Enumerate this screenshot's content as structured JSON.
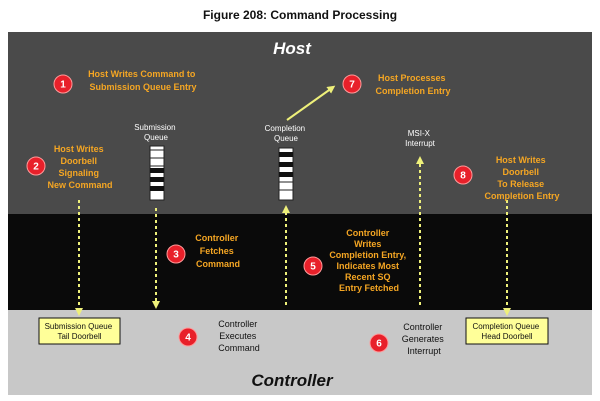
{
  "figure_title": "Figure 208: Command Processing",
  "host_label": "Host",
  "controller_label": "Controller",
  "queues": {
    "submission": [
      "Submission",
      "Queue"
    ],
    "completion": [
      "Completion",
      "Queue"
    ],
    "msix": [
      "MSI-X",
      "Interrupt"
    ]
  },
  "doorbells": {
    "sq_tail": [
      "Submission Queue",
      "Tail Doorbell"
    ],
    "cq_head": [
      "Completion Queue",
      "Head Doorbell"
    ]
  },
  "steps": [
    {
      "num": "1",
      "lines": [
        "Host Writes Command to",
        "Submission Queue Entry"
      ]
    },
    {
      "num": "2",
      "lines": [
        "Host Writes",
        "Doorbell",
        "Signaling",
        "New Command"
      ]
    },
    {
      "num": "3",
      "lines": [
        "Controller",
        "Fetches",
        "Command"
      ]
    },
    {
      "num": "4",
      "lines": [
        "Controller",
        "Executes",
        "Command"
      ]
    },
    {
      "num": "5",
      "lines": [
        "Controller",
        "Writes",
        "Completion Entry,",
        "Indicates Most",
        "Recent SQ",
        "Entry Fetched"
      ]
    },
    {
      "num": "6",
      "lines": [
        "Controller",
        "Generates",
        "Interrupt"
      ]
    },
    {
      "num": "7",
      "lines": [
        "Host Processes",
        "Completion Entry"
      ]
    },
    {
      "num": "8",
      "lines": [
        "Host Writes",
        "Doorbell",
        "To Release",
        "Completion Entry"
      ]
    }
  ],
  "colors": {
    "host_bg": "#4a4a4a",
    "middle_bg": "#0a0a0a",
    "controller_bg": "#c8c8c8",
    "accent_orange": "#f5a623",
    "arrow_yellow": "#eef07a",
    "badge_red": "#e8202a",
    "doorbell_fill": "#ffff99"
  }
}
